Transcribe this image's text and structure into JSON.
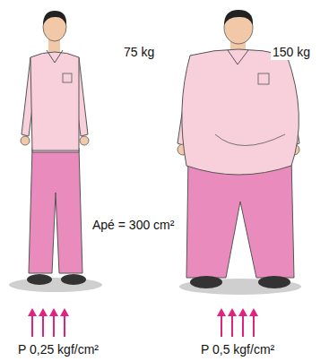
{
  "diagram": {
    "labels": [
      "75 kg",
      "150 kg",
      "Apé = 300 cm²",
      "P 0,25 kgf/cm²",
      "P 0,5 kgf/cm²"
    ]
  }
}
